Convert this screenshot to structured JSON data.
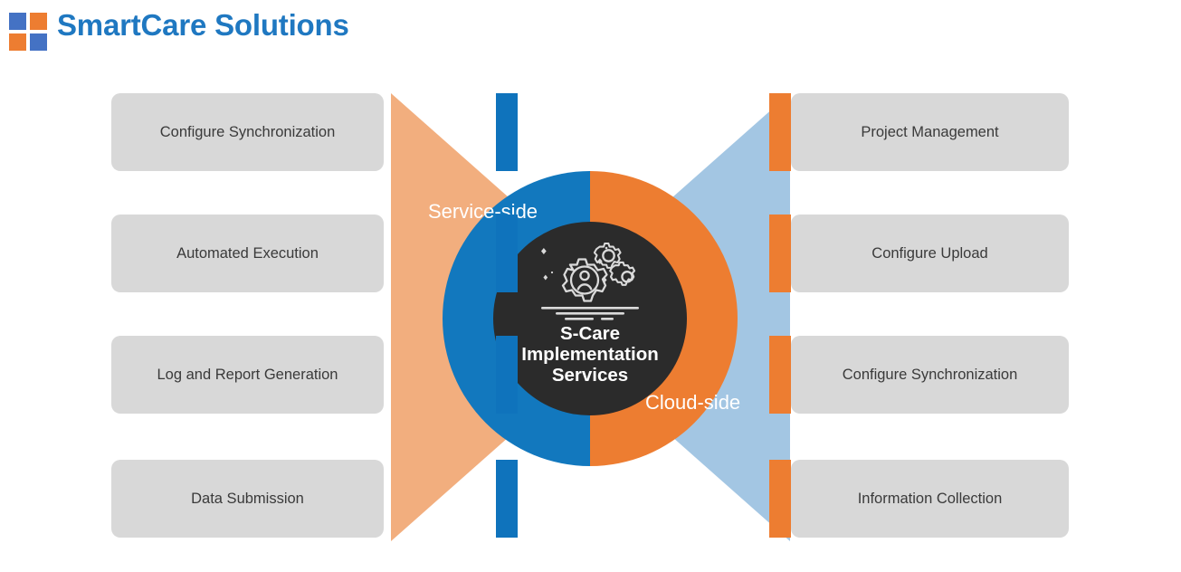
{
  "header": {
    "title": "SmartCare Solutions",
    "logo_name": "smartcare-logo",
    "title_color": "#1F78C1"
  },
  "hub": {
    "title_lines": [
      "S-Care",
      "Implementation",
      "Services"
    ],
    "icon_name": "gears-with-person-icon",
    "left_half_color": "#1278BE",
    "right_half_color": "#ED7D31",
    "core_color": "#2B2B2B"
  },
  "labels": {
    "service_side": "Service-side",
    "cloud_side": "Cloud-side"
  },
  "funnels": {
    "left_color": "#F2AE7E",
    "right_color": "#A3C6E3"
  },
  "colors": {
    "card_background": "#D8D8D8",
    "card_text": "#3A3A3A",
    "left_bar": "#0F73BC",
    "right_bar": "#ED7D31",
    "brand_blue": "#4472C4",
    "brand_orange": "#ED7D31"
  },
  "left_items": [
    {
      "label": "Configure Synchronization"
    },
    {
      "label": "Automated Execution"
    },
    {
      "label": "Log and Report Generation"
    },
    {
      "label": "Data Submission"
    }
  ],
  "right_items": [
    {
      "label": "Project Management"
    },
    {
      "label": "Configure Upload"
    },
    {
      "label": "Configure Synchronization"
    },
    {
      "label": "Information Collection"
    }
  ]
}
